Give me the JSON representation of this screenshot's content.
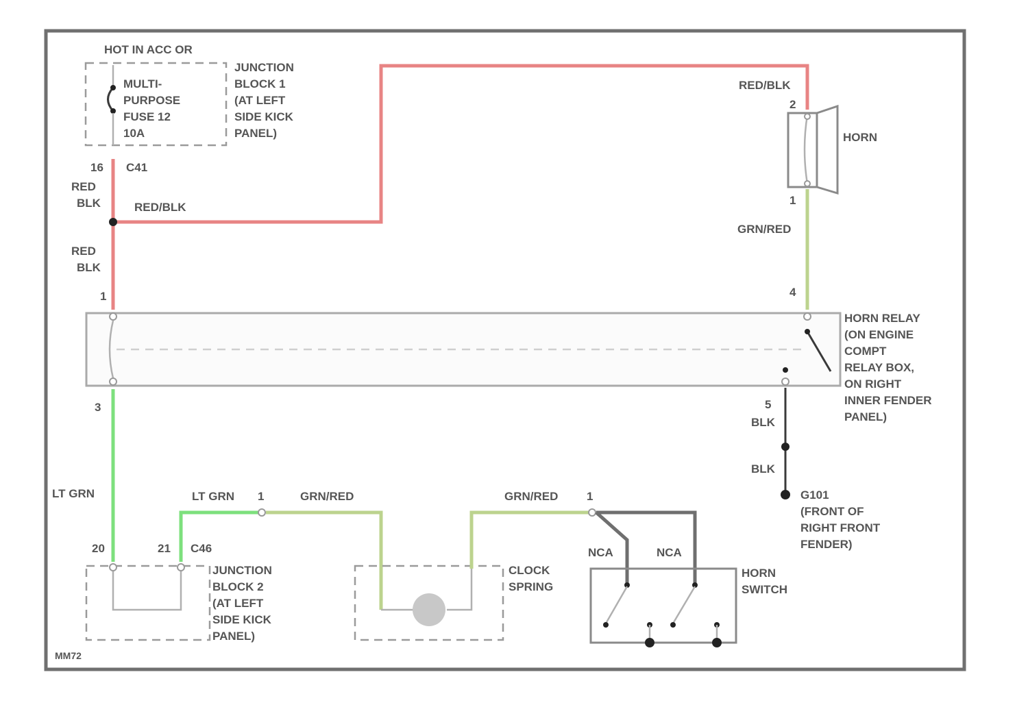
{
  "header_note": "HOT IN ACC OR",
  "fuse_label": [
    "MULTI-",
    "PURPOSE",
    "FUSE 12",
    "10A"
  ],
  "junction_block_1": [
    "JUNCTION",
    "BLOCK 1",
    "(AT LEFT",
    "SIDE KICK",
    "PANEL)"
  ],
  "junction_block_2": [
    "JUNCTION",
    "BLOCK 2",
    "(AT LEFT",
    "SIDE KICK",
    "PANEL)"
  ],
  "horn_label": "HORN",
  "horn_relay_label": [
    "HORN RELAY",
    "(ON ENGINE",
    "COMPT",
    "RELAY BOX,",
    "ON RIGHT",
    "INNER FENDER",
    "PANEL)"
  ],
  "clock_spring_label": [
    "CLOCK",
    "SPRING"
  ],
  "horn_switch_label": [
    "HORN",
    "SWITCH"
  ],
  "ground_label": [
    "G101",
    "(FRONT OF",
    "RIGHT FRONT",
    "FENDER)"
  ],
  "wires": {
    "red_blk_horn": "RED/BLK",
    "red_blk_splice": "RED/BLK",
    "red_blk_vert_1": [
      "RED",
      "BLK"
    ],
    "red_blk_vert_2": [
      "RED",
      "BLK"
    ],
    "grn_red_horn": "GRN/RED",
    "lt_grn_left": "LT GRN",
    "lt_grn_jb": "LT GRN",
    "grn_red_mid": "GRN/RED",
    "grn_red_right": "GRN/RED",
    "nca_1": "NCA",
    "nca_2": "NCA",
    "blk_1": "BLK",
    "blk_2": "BLK"
  },
  "connectors": {
    "c41": "C41",
    "c46": "C46",
    "pin_16": "16",
    "pin_2_horn": "2",
    "pin_1_horn": "1",
    "pin_4_relay": "4",
    "pin_1_relay_top": "1",
    "pin_3_relay_bottom": "3",
    "pin_5_relay_right": "5",
    "pin_20": "20",
    "pin_21": "21",
    "pin_1_clock": "1",
    "pin_1_switch": "1"
  },
  "figure_id": "MM72",
  "colors": {
    "red_blk_wire": "#e88484",
    "lt_grn_wire": "#7de07d",
    "grn_red_wire": "#bcd38e",
    "nca_wire": "#6f6f6f",
    "blk_wire": "#3a3a3a"
  }
}
